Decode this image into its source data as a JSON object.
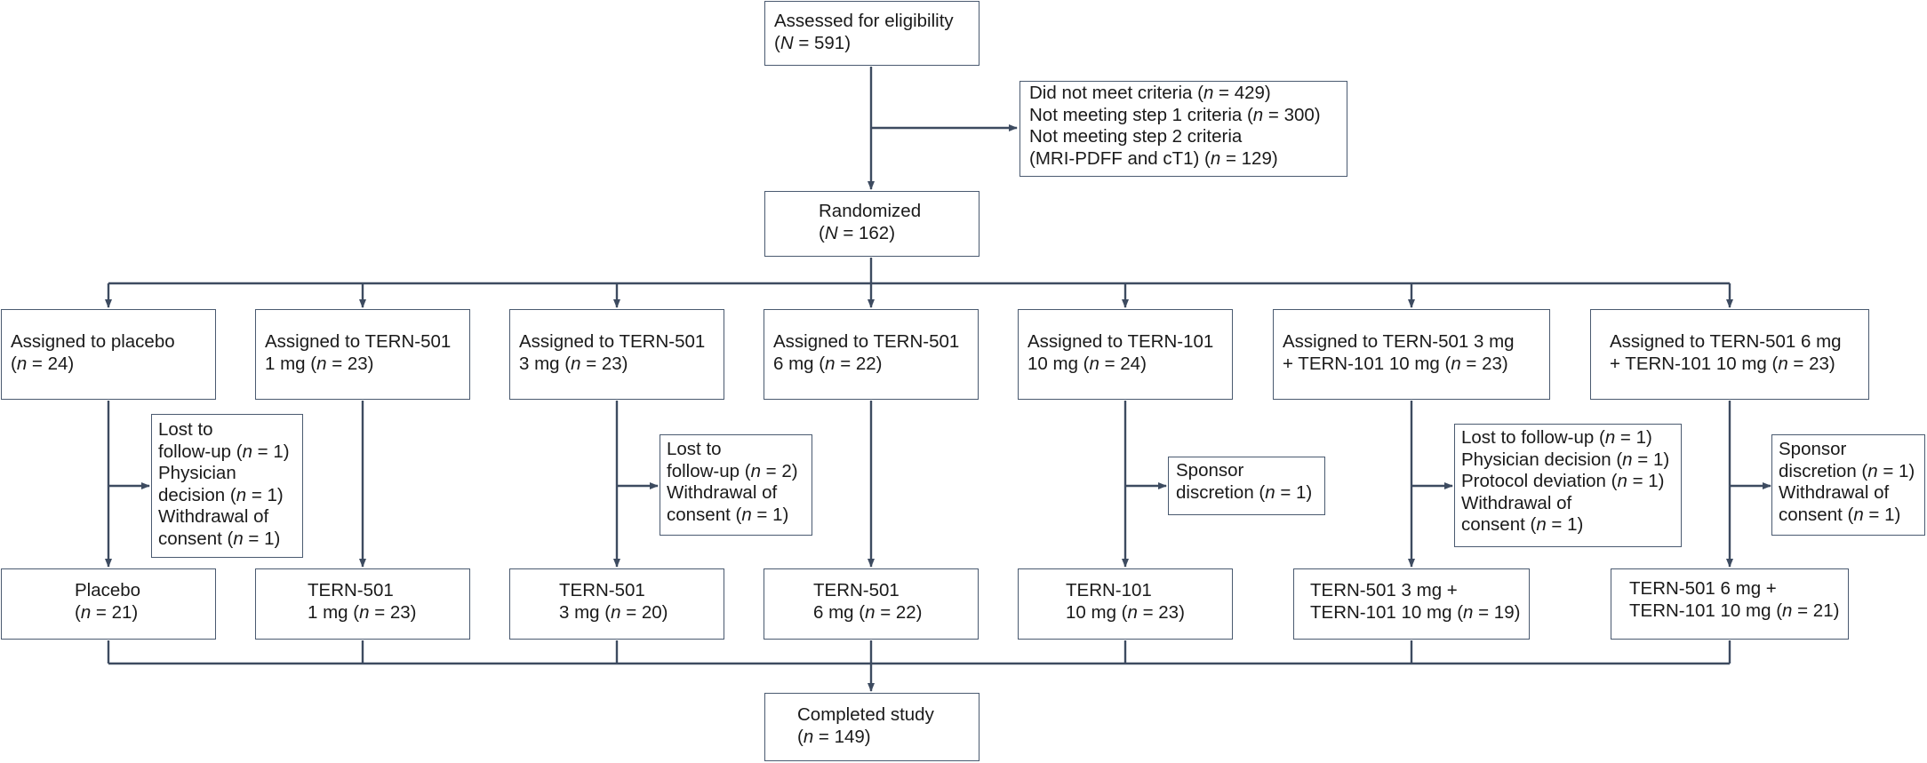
{
  "assessed": {
    "title": "Assessed for eligibility",
    "n_label": "N",
    "n_text": " = 591)"
  },
  "excluded": {
    "line1_text": "Did not meet criteria (",
    "line1_n": "n",
    "line1_value": " = 429)",
    "line2_text": "Not meeting step 1 criteria (",
    "line2_n": "n",
    "line2_value": " = 300)",
    "line3_text": "Not meeting step 2 criteria",
    "line4_text": "(MRI-PDFF and cT1) (",
    "line4_n": "n",
    "line4_value": " = 129)"
  },
  "randomized": {
    "title": "Randomized",
    "n_label": "N",
    "n_text": " = 162)"
  },
  "arms": [
    {
      "line1": "Assigned to placebo",
      "line2_pre": "(",
      "n": "n",
      "line2_post": " = 24)"
    },
    {
      "line1": "Assigned to TERN-501",
      "line2_pre": "1 mg (",
      "n": "n",
      "line2_post": " = 23)"
    },
    {
      "line1": "Assigned to TERN-501",
      "line2_pre": "3 mg (",
      "n": "n",
      "line2_post": " = 23)"
    },
    {
      "line1": "Assigned to TERN-501",
      "line2_pre": "6 mg (",
      "n": "n",
      "line2_post": " = 22)"
    },
    {
      "line1": "Assigned to TERN-101",
      "line2_pre": "10 mg (",
      "n": "n",
      "line2_post": " = 24)"
    },
    {
      "line1": "Assigned to TERN-501 3 mg",
      "line2_pre": "+ TERN-101 10 mg (",
      "n": "n",
      "line2_post": " = 23)"
    },
    {
      "line1": "Assigned to TERN-501 6 mg",
      "line2_pre": "+ TERN-101 10 mg (",
      "n": "n",
      "line2_post": " = 23)"
    }
  ],
  "dropouts": {
    "placebo": {
      "l1": "Lost to",
      "l2_pre": "follow-up (",
      "l2_n": "n",
      "l2_post": " = 1)",
      "l3": "Physician",
      "l4_pre": "decision (",
      "l4_n": "n",
      "l4_post": " = 1)",
      "l5": "Withdrawal of",
      "l6_pre": "consent (",
      "l6_n": "n",
      "l6_post": " = 1)"
    },
    "tern501_3mg": {
      "l1": "Lost to",
      "l2_pre": "follow-up (",
      "l2_n": "n",
      "l2_post": " = 2)",
      "l3": "Withdrawal of",
      "l4_pre": "consent (",
      "l4_n": "n",
      "l4_post": " = 1)"
    },
    "tern101": {
      "l1": "Sponsor",
      "l2_pre": "discretion (",
      "l2_n": "n",
      "l2_post": " = 1)"
    },
    "combo_3mg": {
      "l1_pre": "Lost to follow-up (",
      "l1_n": "n",
      "l1_post": " = 1)",
      "l2_pre": "Physician decision (",
      "l2_n": "n",
      "l2_post": " = 1)",
      "l3_pre": "Protocol deviation (",
      "l3_n": "n",
      "l3_post": " = 1)",
      "l4": "Withdrawal of",
      "l5_pre": "consent (",
      "l5_n": "n",
      "l5_post": " = 1)"
    },
    "combo_6mg": {
      "l1": "Sponsor",
      "l2_pre": "discretion (",
      "l2_n": "n",
      "l2_post": " = 1)",
      "l3": "Withdrawal of",
      "l4_pre": "consent (",
      "l4_n": "n",
      "l4_post": " = 1)"
    }
  },
  "finals": [
    {
      "line1": "Placebo",
      "line2_pre": "(",
      "n": "n",
      "line2_post": " = 21)"
    },
    {
      "line1": "TERN-501",
      "line2_pre": "1 mg (",
      "n": "n",
      "line2_post": " = 23)"
    },
    {
      "line1": "TERN-501",
      "line2_pre": "3 mg (",
      "n": "n",
      "line2_post": " = 20)"
    },
    {
      "line1": "TERN-501",
      "line2_pre": "6 mg (",
      "n": "n",
      "line2_post": " = 22)"
    },
    {
      "line1": "TERN-101",
      "line2_pre": "10 mg (",
      "n": "n",
      "line2_post": " = 23)"
    },
    {
      "line1": "TERN-501 3 mg +",
      "line2_pre": "TERN-101 10 mg (",
      "n": "n",
      "line2_post": " = 19)"
    },
    {
      "line1": "TERN-501 6 mg +",
      "line2_pre": "TERN-101 10 mg (",
      "n": "n",
      "line2_post": " = 21)"
    }
  ],
  "completed": {
    "title": "Completed study",
    "n_label": "n",
    "n_text": " = 149)"
  },
  "colors": {
    "line": "#3d4b60",
    "border": "#4a5a70",
    "text": "#1a1a1a"
  }
}
